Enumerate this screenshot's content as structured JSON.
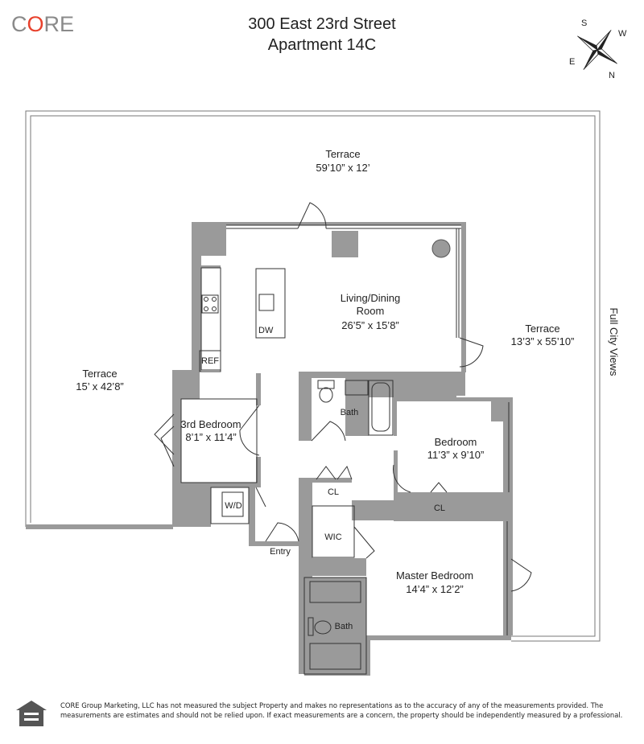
{
  "logo": {
    "prefix": "C",
    "accent": "O",
    "suffix": "RE"
  },
  "header": {
    "address": "300 East 23rd Street",
    "unit": "Apartment 14C"
  },
  "compass": {
    "labels": [
      "S",
      "W",
      "E",
      "N"
    ]
  },
  "rooms": {
    "terrace_north": {
      "name": "Terrace",
      "dims": "59’10” x 12’"
    },
    "terrace_east": {
      "name": "Terrace",
      "dims": "13’3” x 55’10”"
    },
    "terrace_west": {
      "name": "Terrace",
      "dims": "15’ x 42’8”"
    },
    "living": {
      "name1": "Living/Dining",
      "name2": "Room",
      "dims": "26’5” x 15’8”"
    },
    "third_bedroom": {
      "name": "3rd Bedroom",
      "dims": "8’1” x 11’4”"
    },
    "bedroom": {
      "name": "Bedroom",
      "dims": "11’3” x 9’10”"
    },
    "master": {
      "name": "Master Bedroom",
      "dims": "14’4” x 12’2”"
    }
  },
  "labels": {
    "full_city_views": "Full City Views",
    "dw": "DW",
    "ref": "REF",
    "bath1": "Bath",
    "bath2": "Bath",
    "wd": "W/D",
    "cl1": "CL",
    "cl2": "CL",
    "wic": "WIC",
    "entry": "Entry"
  },
  "colors": {
    "wall": "#9a9a9a",
    "logo_grey": "#8a8a8a",
    "logo_accent": "#e8412c"
  },
  "disclaimer": "CORE Group Marketing, LLC has not measured the subject Property and makes no representations as to the accuracy of any of the measurements provided. The measurements are estimates and should not be relied upon. If exact measurements are a concern, the property should be independently measured by a professional."
}
